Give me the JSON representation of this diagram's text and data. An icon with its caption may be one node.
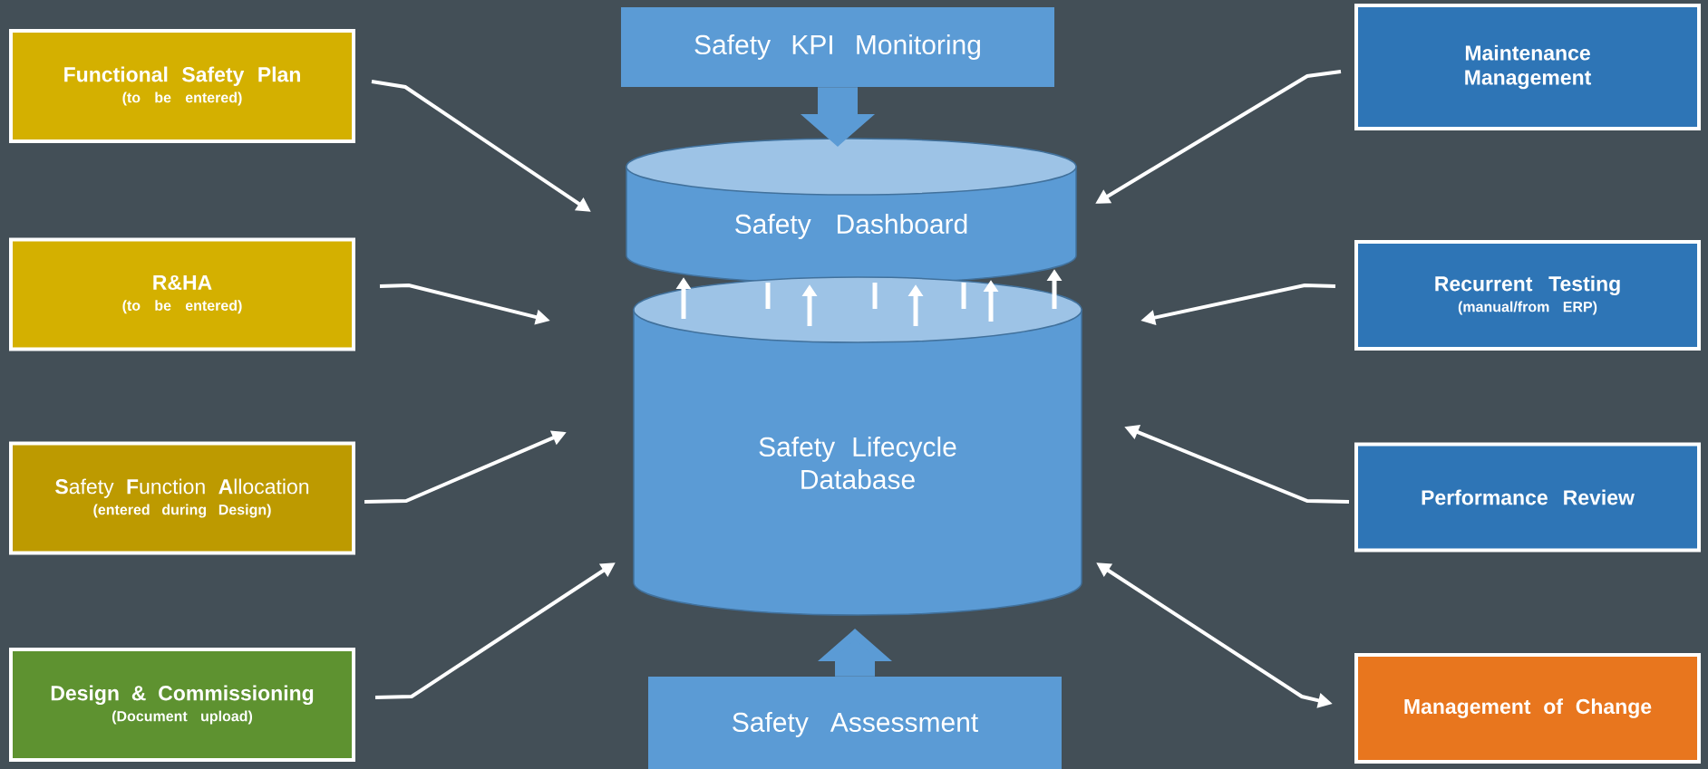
{
  "diagram": {
    "nodes": [
      {
        "text": [
          "Functional Safety Plan",
          "(to be entered)"
        ]
      },
      {
        "text": [
          "R&HA",
          "(to be entered)"
        ]
      },
      {
        "text": [
          "**S**afety **F**unction **A**llocation",
          "(entered during Design)"
        ]
      },
      {
        "text": [
          "Design & Commissioning",
          "(Document upload)"
        ]
      },
      {
        "text": [
          "Safety KPI Monitoring"
        ]
      },
      {
        "text": [
          "Safety Dashboard"
        ]
      },
      {
        "text": [
          "Safety Lifecycle Database"
        ]
      },
      {
        "text": [
          "Safety Assessment"
        ]
      },
      {
        "text": [
          "Maintenance Management"
        ]
      },
      {
        "text": [
          "Recurrent Testing",
          "(manual/from ERP)"
        ]
      },
      {
        "text": [
          "Performance Review"
        ]
      },
      {
        "text": [
          "Management of Change"
        ]
      }
    ],
    "edges": [
      {
        "from": 0,
        "to": 5,
        "arrow": "to"
      },
      {
        "from": 1,
        "to": 6,
        "arrow": "to"
      },
      {
        "from": 2,
        "to": 6,
        "arrow": "to"
      },
      {
        "from": 3,
        "to": 6,
        "arrow": "to"
      },
      {
        "from": 8,
        "to": 5,
        "arrow": "to"
      },
      {
        "from": 9,
        "to": 6,
        "arrow": "to"
      },
      {
        "from": 10,
        "to": 6,
        "arrow": "to"
      },
      {
        "from": 11,
        "to": 6,
        "arrow": "both"
      },
      {
        "from": 4,
        "to": 5,
        "arrow": "to",
        "style": "thick",
        "color": "#5b9bd5"
      },
      {
        "from": 7,
        "to": 6,
        "arrow": "to",
        "style": "thick",
        "color": "#5b9bd5"
      },
      {
        "from": 6,
        "to": 5,
        "arrow": "to"
      },
      {
        "from": 6,
        "to": 5,
        "arrow": "none"
      },
      {
        "from": 6,
        "to": 5,
        "arrow": "to"
      },
      {
        "from": 6,
        "to": 5,
        "arrow": "none"
      },
      {
        "from": 6,
        "to": 5,
        "arrow": "to"
      },
      {
        "from": 6,
        "to": 5,
        "arrow": "none"
      },
      {
        "from": 6,
        "to": 5,
        "arrow": "to"
      },
      {
        "from": 6,
        "to": 5,
        "arrow": "to"
      }
    ]
  }
}
